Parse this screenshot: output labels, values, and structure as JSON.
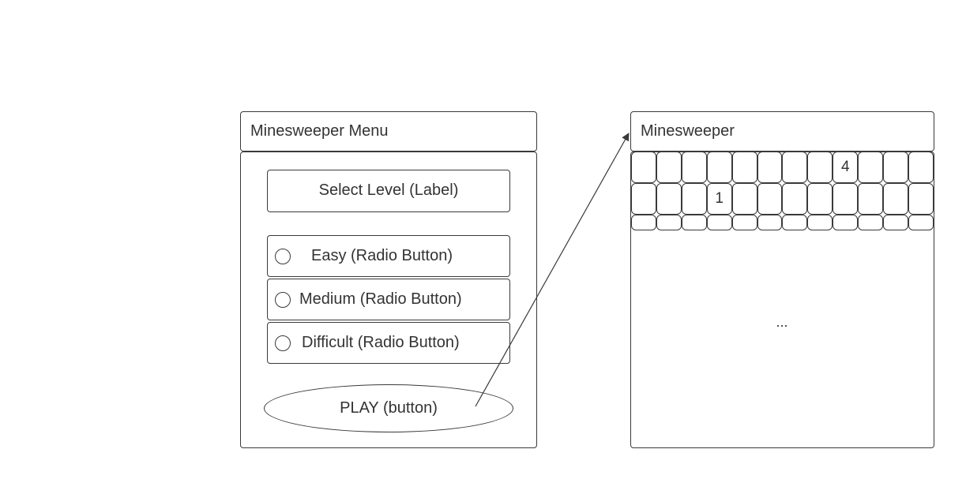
{
  "menu_window": {
    "title": "Minesweeper Menu",
    "select_label": "Select Level (Label)",
    "radio_options": [
      {
        "label": "Easy (Radio Button)"
      },
      {
        "label": "Medium (Radio Button)"
      },
      {
        "label": "Difficult (Radio Button)"
      }
    ],
    "play_button": "PLAY (button)"
  },
  "game_window": {
    "title": "Minesweeper",
    "grid": {
      "rows": 3,
      "cols": 12,
      "cell_values": [
        [
          "",
          "",
          "",
          "",
          "",
          "",
          "",
          "",
          "4",
          "",
          "",
          ""
        ],
        [
          "",
          "",
          "",
          "1",
          "",
          "",
          "",
          "",
          "",
          "",
          "",
          ""
        ],
        [
          "",
          "",
          "",
          "",
          "",
          "",
          "",
          "",
          "",
          "",
          "",
          ""
        ]
      ]
    },
    "ellipsis": "..."
  },
  "colors": {
    "stroke": "#3a3a3a",
    "text": "#333333",
    "background": "#ffffff"
  }
}
